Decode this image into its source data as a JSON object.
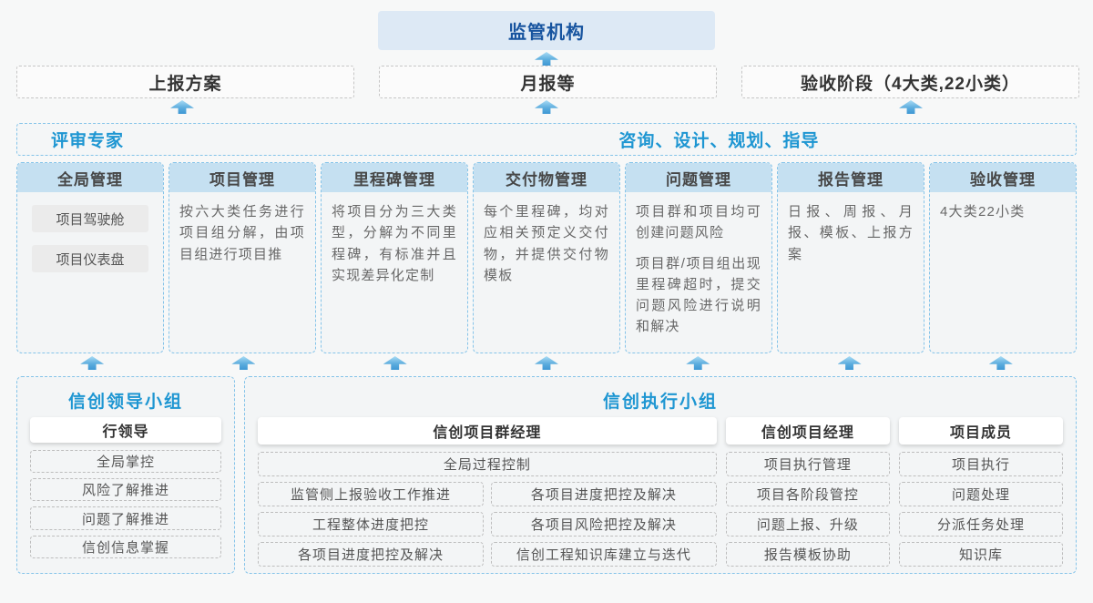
{
  "colors": {
    "accent_blue": "#1e96d2",
    "navy_title": "#17549f",
    "regulator_bg": "#dde9f5",
    "column_header_bg": "#c5e0f1",
    "column_border_blue": "#85c4e9",
    "arrow_blue": "#3e97d4"
  },
  "regulator": {
    "label": "监管机构"
  },
  "reports": {
    "plan": "上报方案",
    "monthly": "月报等",
    "acceptance": "验收阶段（4大类,22小类）"
  },
  "experts_strip": {
    "left": "评审专家",
    "right": "咨询、设计、规划、指导"
  },
  "columns": [
    {
      "title": "全局管理",
      "pills": [
        "项目驾驶舱",
        "项目仪表盘"
      ]
    },
    {
      "title": "项目管理",
      "body": [
        "按六大类任务进行项目组分解，由项目组进行项目推"
      ]
    },
    {
      "title": "里程碑管理",
      "body": [
        "将项目分为三大类型，分解为不同里程碑，有标准并且实现差异化定制"
      ]
    },
    {
      "title": "交付物管理",
      "body": [
        "每个里程碑，均对应相关预定义交付物，并提供交付物模板"
      ]
    },
    {
      "title": "问题管理",
      "body": [
        "项目群和项目均可创建问题风险",
        "项目群/项目组出现里程碑超时，提交问题风险进行说明和解决"
      ]
    },
    {
      "title": "报告管理",
      "body": [
        "日报、周报、月报、模板、上报方案"
      ]
    },
    {
      "title": "验收管理",
      "body": [
        "4大类22小类"
      ]
    }
  ],
  "leader_group": {
    "title": "信创领导小组",
    "role": "行领导",
    "items": [
      "全局掌控",
      "风险了解推进",
      "问题了解推进",
      "信创信息掌握"
    ]
  },
  "exec_group": {
    "title": "信创执行小组",
    "pm_group": {
      "role": "信创项目群经理",
      "wide_item": "全局过程控制",
      "grid_items": [
        "监管侧上报验收工作推进",
        "各项目进度把控及解决",
        "工程整体进度把控",
        "各项目风险把控及解决",
        "各项目进度把控及解决",
        "信创工程知识库建立与迭代"
      ]
    },
    "pm": {
      "role": "信创项目经理",
      "items": [
        "项目执行管理",
        "项目各阶段管控",
        "问题上报、升级",
        "报告模板协助"
      ]
    },
    "member": {
      "role": "项目成员",
      "items": [
        "项目执行",
        "问题处理",
        "分派任务处理",
        "知识库"
      ]
    }
  }
}
